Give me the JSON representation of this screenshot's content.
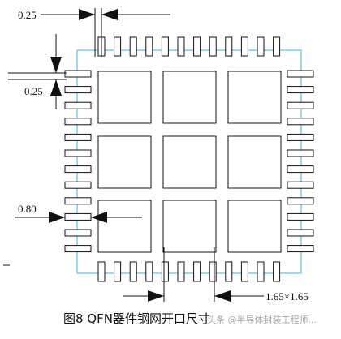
{
  "dimensions": {
    "top_pad_width": "0.25",
    "side_pad_pitch": "0.25",
    "pad_length": "0.80",
    "thermal_aperture": "1.65×1.65"
  },
  "caption": {
    "text": "图8  QFN器件钢网开口尺寸",
    "watermark": "头条 @半导体封装工程师..."
  },
  "pads": {
    "top_count": 12,
    "bottom_count": 12,
    "left_count": 12,
    "right_count": 12
  },
  "thermal_grid": {
    "rows": 3,
    "cols": 3
  },
  "colors": {
    "outline": "#7fd3e6",
    "lines": "#111111",
    "background": "#ffffff"
  }
}
